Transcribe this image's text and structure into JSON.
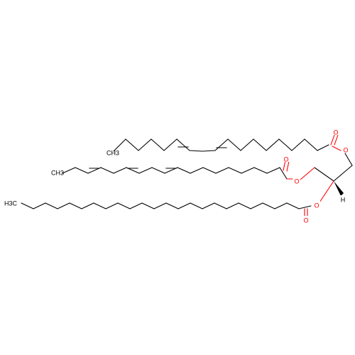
{
  "molecule": {
    "atom_labels": {
      "ch3_top": "CH3",
      "ch3_mid": "CH3",
      "ch3_bottom": "H3C",
      "o_ester1_single": "O",
      "o_ester1_double": "O",
      "o_ester2_single": "O",
      "o_ester2_double": "O",
      "o_ester3_single": "O",
      "o_ester3_double": "O",
      "stereo_h": "H"
    },
    "colors": {
      "bond": "#000000",
      "oxygen": "#ff0000",
      "background": "#ffffff"
    }
  }
}
